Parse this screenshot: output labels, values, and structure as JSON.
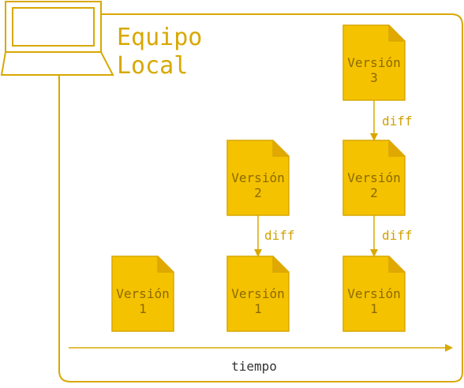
{
  "title": {
    "line1": "Equipo",
    "line2": "Local"
  },
  "documents": [
    {
      "line1": "Versión",
      "line2": "1"
    },
    {
      "line1": "Versión",
      "line2": "2"
    },
    {
      "line1": "Versión",
      "line2": "1"
    },
    {
      "line1": "Versión",
      "line2": "3"
    },
    {
      "line1": "Versión",
      "line2": "2"
    },
    {
      "line1": "Versión",
      "line2": "1"
    }
  ],
  "diff_labels": [
    "diff",
    "diff",
    "diff"
  ],
  "timeline_label": "tiempo",
  "colors": {
    "stroke": "#d8a800",
    "doc_fill": "#f5c200",
    "doc_fold": "#e0a800",
    "doc_text": "#8a6a00",
    "timeline_text": "#333333"
  },
  "icons": {
    "computer": "laptop-icon",
    "document": "document-icon"
  }
}
